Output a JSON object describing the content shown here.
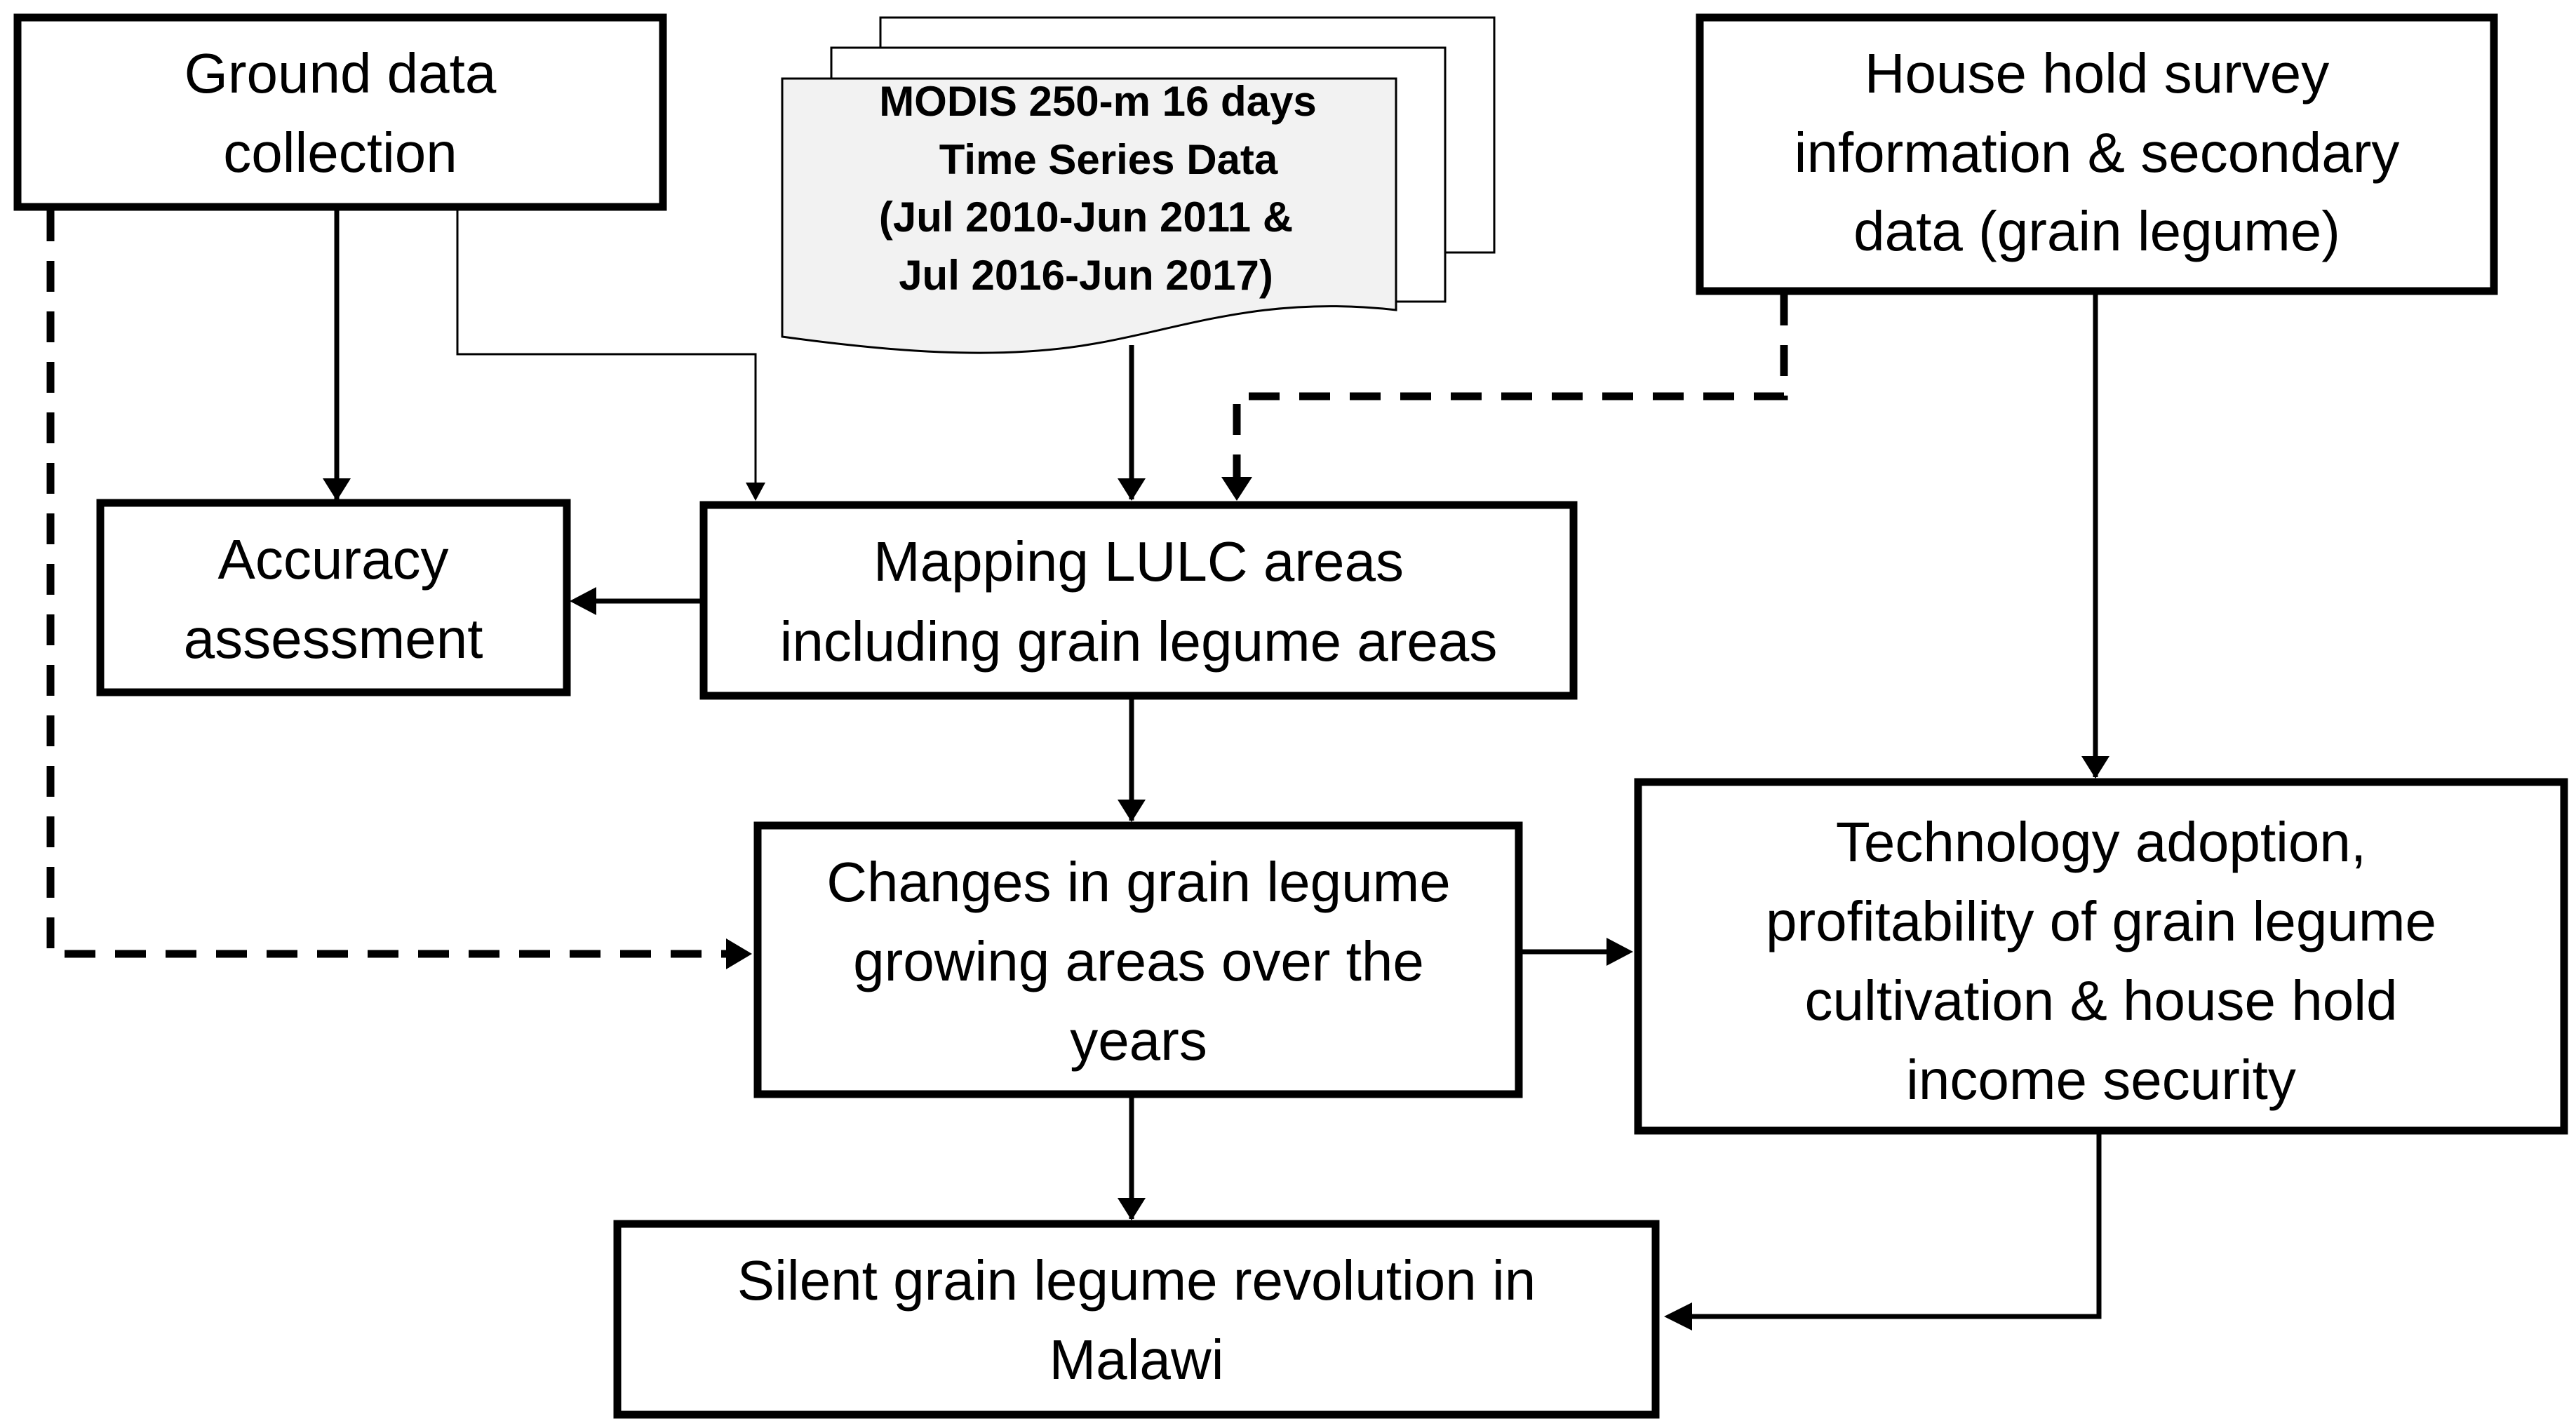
{
  "nodes": {
    "ground_data": {
      "lines": [
        "Ground data",
        "collection"
      ]
    },
    "modis": {
      "lines": [
        "MODIS 250-m 16 days",
        "Time Series Data",
        "(Jul 2010-Jun 2011 &",
        "Jul 2016-Jun 2017)"
      ]
    },
    "household": {
      "lines": [
        "House hold survey",
        "information & secondary",
        "data (grain legume)"
      ]
    },
    "accuracy": {
      "lines": [
        "Accuracy",
        "assessment"
      ]
    },
    "mapping": {
      "lines": [
        "Mapping LULC areas",
        "including grain legume areas"
      ]
    },
    "changes": {
      "lines": [
        "Changes in grain legume",
        "growing areas over the",
        "years"
      ]
    },
    "technology": {
      "lines": [
        "Technology adoption,",
        "profitability of grain legume",
        "cultivation & house hold",
        "income security"
      ]
    },
    "revolution": {
      "lines": [
        "Silent grain legume revolution in",
        "Malawi"
      ]
    }
  },
  "colors": {
    "stroke": "#000000",
    "document_fill": "#f2f2f2",
    "background": "#ffffff"
  }
}
